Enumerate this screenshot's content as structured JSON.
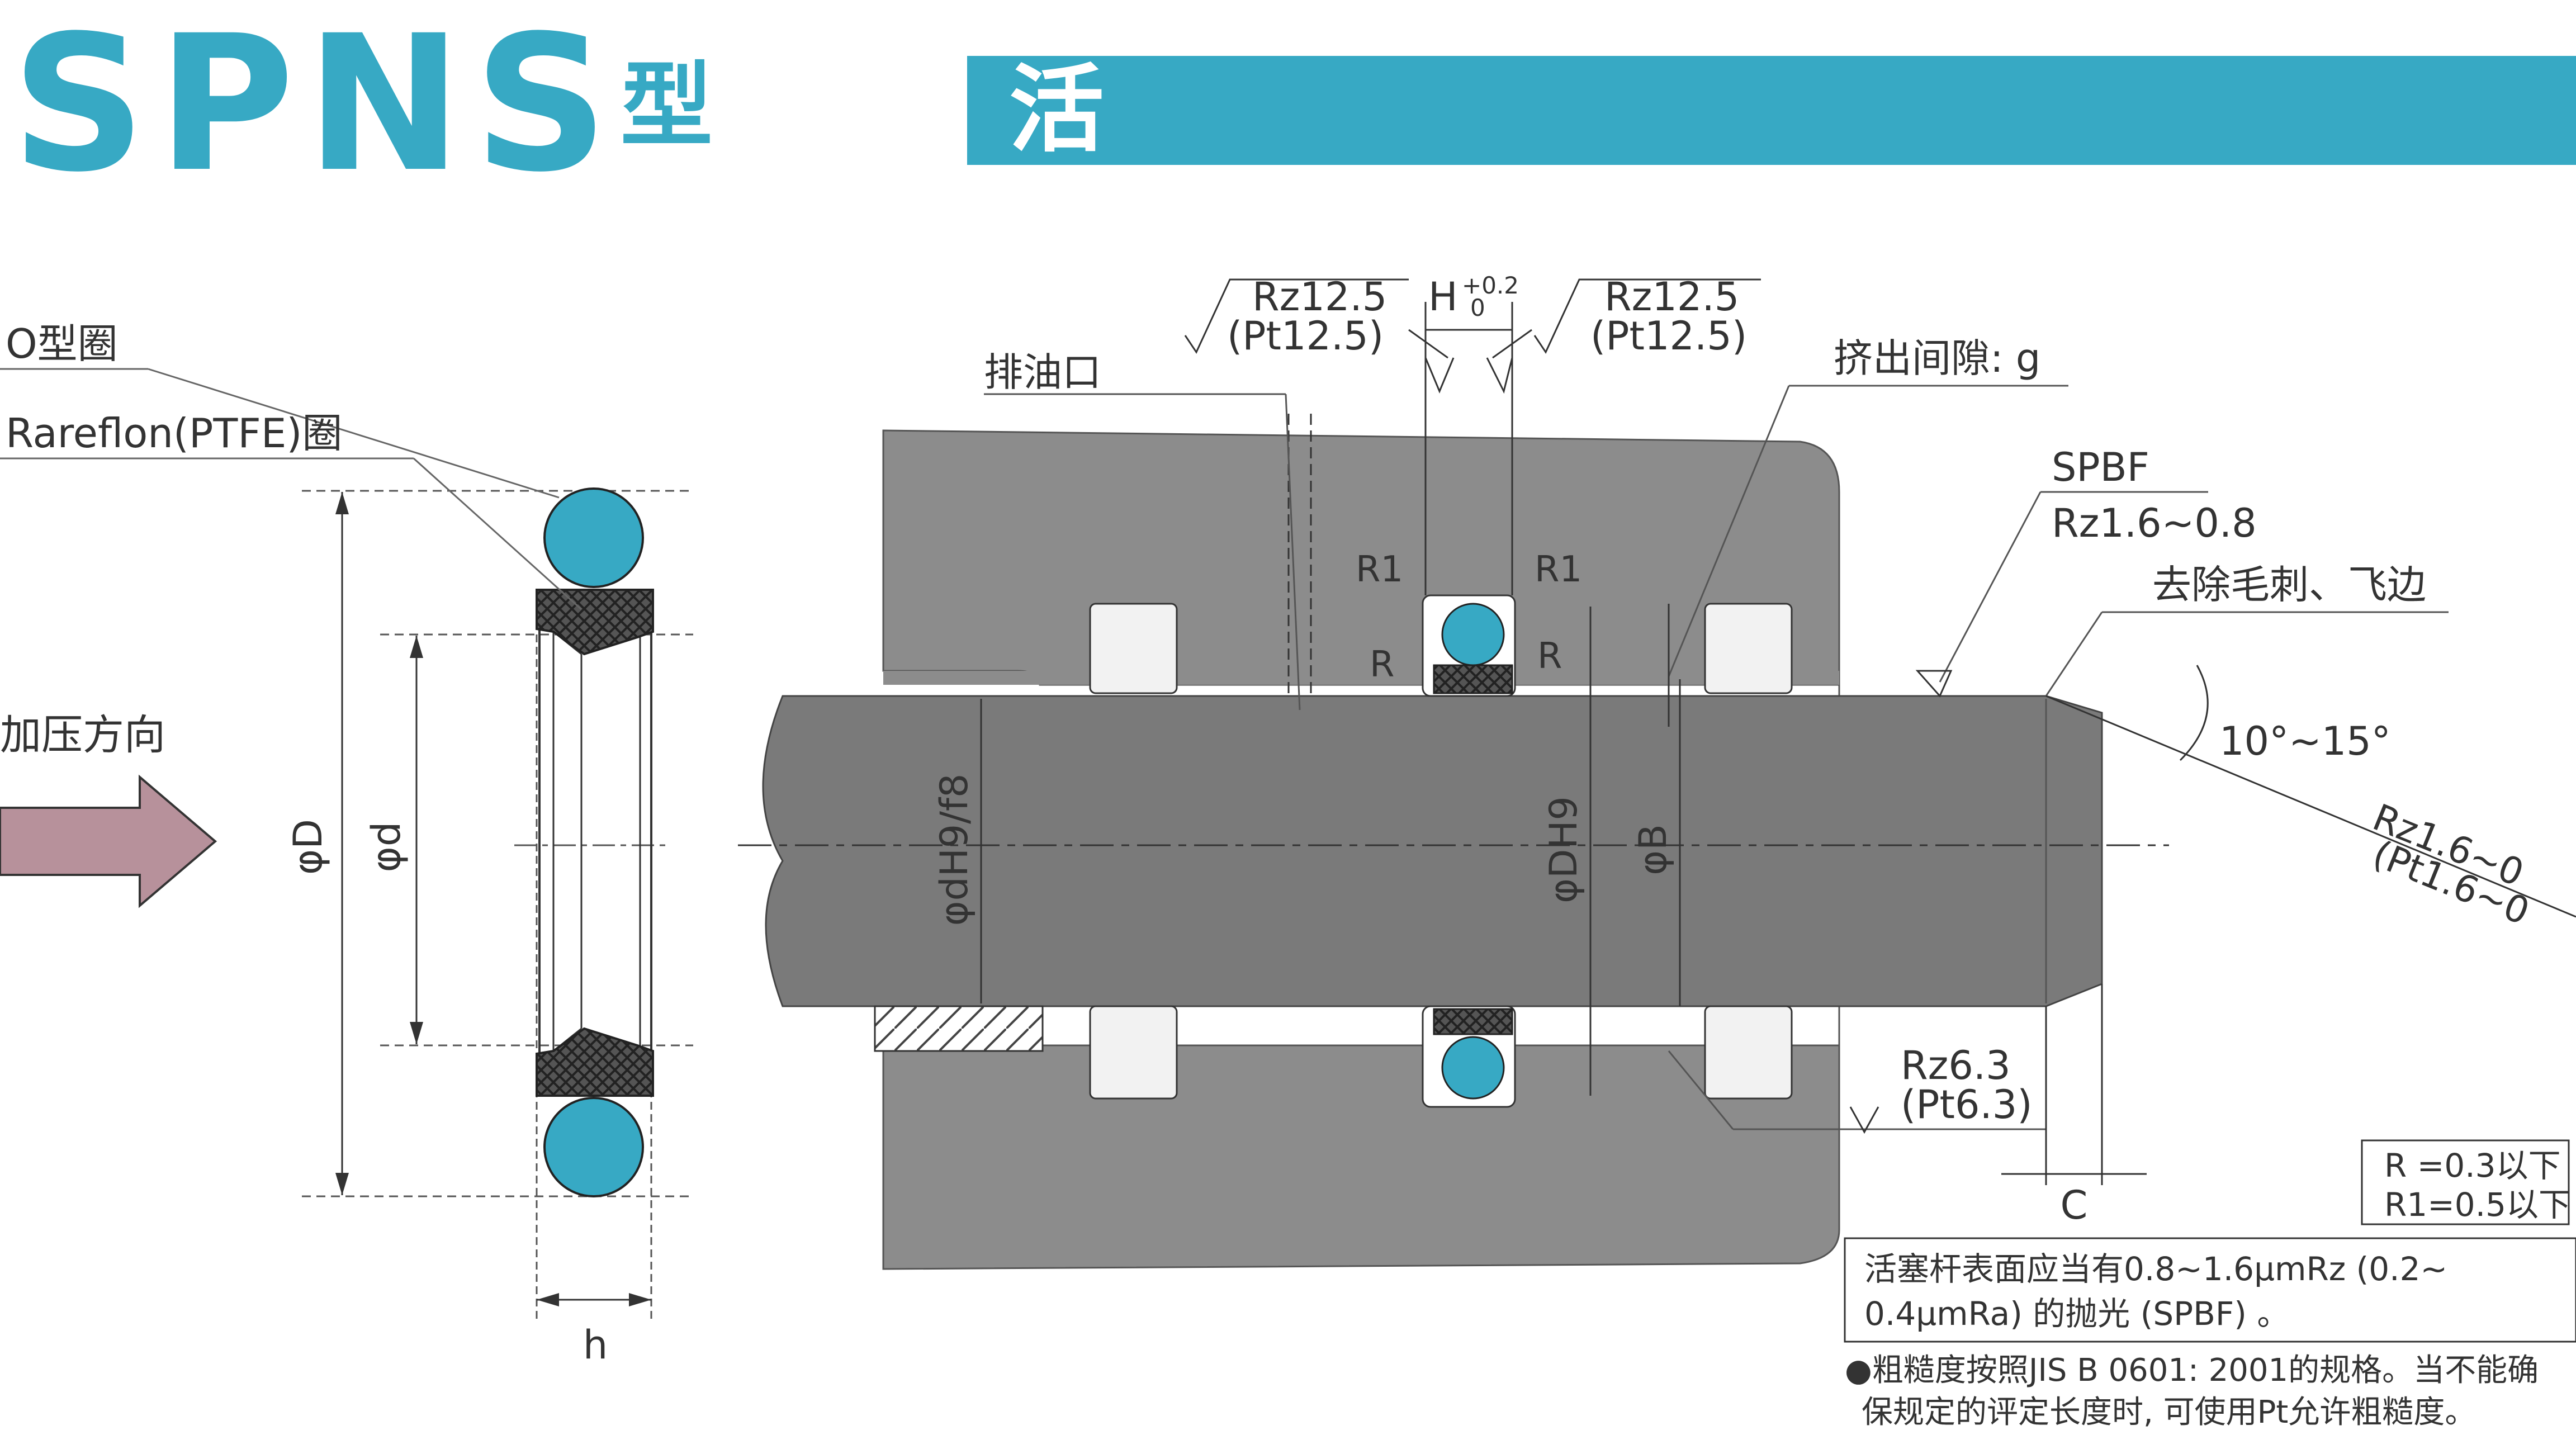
{
  "header": {
    "model": "SPNS",
    "model_suffix": "型",
    "subtitle": "活塞杆密封专用密封件"
  },
  "labels": {
    "o_ring": "O型圈",
    "ptfe_ring": "Rareflon(PTFE)圈",
    "pressure_direction": "加压方向",
    "phi_D": "φD",
    "phi_d": "φd",
    "h": "h",
    "drain_port": "排油口",
    "rz_left_1": "Rz12.5",
    "rz_left_2": "(Pt12.5)",
    "H_main": "H",
    "H_upper": "+0.2",
    "H_lower": "0",
    "rz_right_1": "Rz12.5",
    "rz_right_2": "(Pt12.5)",
    "extrusion_gap": "挤出间隙: g",
    "spbf": "SPBF",
    "spbf_rz": "Rz1.6~0.8",
    "deburr": "去除毛刺、飞边",
    "angle": "10°~15°",
    "chamfer_rz_1": "Rz1.6~0",
    "chamfer_rz_2": "(Pt1.6~0",
    "R1_left": "R1",
    "R1_right": "R1",
    "R_left": "R",
    "R_right": "R",
    "phi_dH9f8": "φdH9/f8",
    "phi_DH9": "φDH9",
    "phi_B": "φB",
    "rz63_1": "Rz6.3",
    "rz63_2": "(Pt6.3)",
    "C": "C",
    "r_spec_1": "R =0.3以下",
    "r_spec_2": "R1=0.5以下",
    "note_1": "活塞杆表面应当有0.8~1.6μmRz (0.2~",
    "note_2": "0.4μmRa) 的抛光 (SPBF) 。",
    "footnote_1": "●粗糙度按照JIS B 0601: 2001的规格。当不能确",
    "footnote_2": "保规定的评定长度时, 可使用Pt允许粗糙度。"
  },
  "colors": {
    "accent": "#37a9c4",
    "housing": "#8c8c8c",
    "rod": "#7a7a7a",
    "arrow": "#b7919b"
  }
}
